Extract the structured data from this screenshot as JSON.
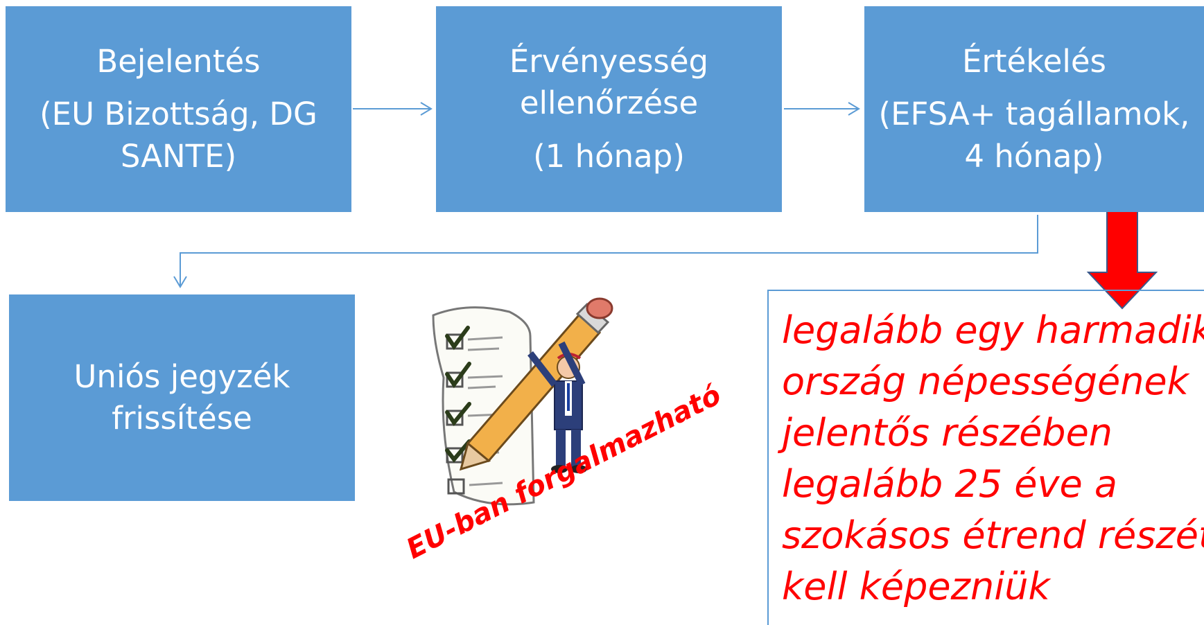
{
  "boxes": {
    "notification": {
      "title": "Bejelentés",
      "detail_line1": "(EU Bizottság, DG",
      "detail_line2": "SANTE)"
    },
    "validity": {
      "title_line1": "Érvényesség",
      "title_line2": "ellenőrzése",
      "detail": "(1 hónap)"
    },
    "assessment": {
      "title": "Értékelés",
      "detail_line1": "(EFSA+ tagállamok,",
      "detail_line2": "4 hónap)"
    },
    "union_list": {
      "line1": "Uniós jegyzék",
      "line2": "frissítése"
    }
  },
  "note": {
    "lines": [
      "legalább egy harmadik",
      "ország népességének",
      "jelentős részében",
      "legalább 25 éve a",
      "szokásos étrend részét",
      "kell képezniük"
    ]
  },
  "stamp": "EU-ban forgalmazható",
  "colors": {
    "box": "#5b9bd5",
    "note_text": "#ff0000",
    "arrow_red": "#ff0000"
  }
}
